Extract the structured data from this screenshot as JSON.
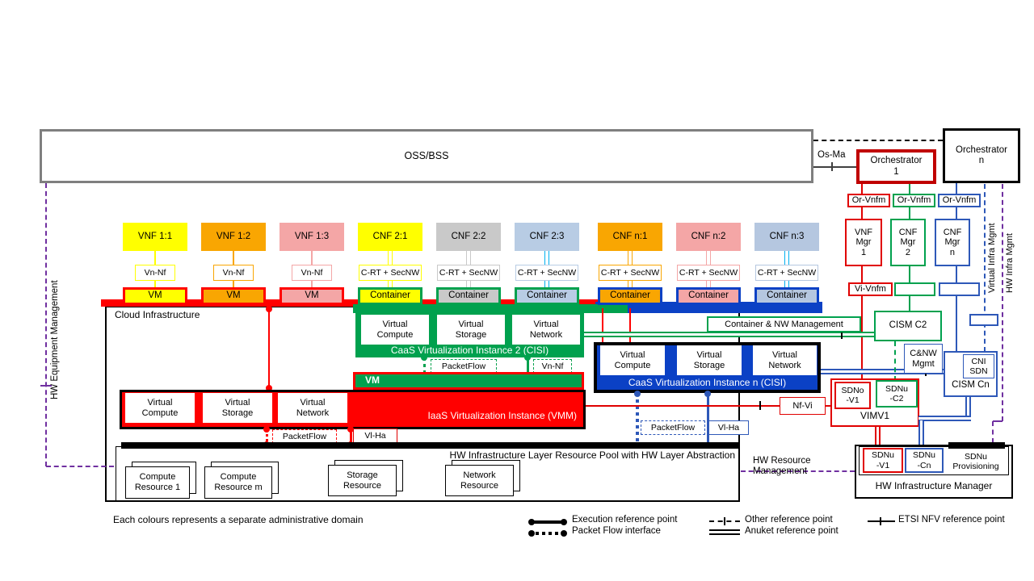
{
  "top": {
    "oss": "OSS/BSS",
    "os_ma": "Os-Ma",
    "orch1": "Orchestrator\n1",
    "orchn": "Orchestrator\nn",
    "or_vnfm": "Or-Vnfm"
  },
  "managers": {
    "vnf1": "VNF\nMgr\n1",
    "cnf2": "CNF\nMgr\n2",
    "cnfn": "CNF\nMgr\nn",
    "vi_vnfm": "Vi-Vnfm"
  },
  "columns": [
    {
      "nf": "VNF 1:1",
      "ref": "Vn-Nf",
      "unit": "VM"
    },
    {
      "nf": "VNF 1:2",
      "ref": "Vn-Nf",
      "unit": "VM"
    },
    {
      "nf": "VNF 1:3",
      "ref": "Vn-Nf",
      "unit": "VM"
    },
    {
      "nf": "CNF 2:1",
      "ref": "C-RT + SecNW",
      "unit": "Container"
    },
    {
      "nf": "CNF 2:2",
      "ref": "C-RT + SecNW",
      "unit": "Container"
    },
    {
      "nf": "CNF 2:3",
      "ref": "C-RT + SecNW",
      "unit": "Container"
    },
    {
      "nf": "CNF n:1",
      "ref": "C-RT + SecNW",
      "unit": "Container"
    },
    {
      "nf": "CNF n:2",
      "ref": "C-RT + SecNW",
      "unit": "Container"
    },
    {
      "nf": "CNF n:3",
      "ref": "C-RT + SecNW",
      "unit": "Container"
    }
  ],
  "cloud": {
    "title": "Cloud  Infrastructure",
    "vc": "Virtual\nCompute",
    "vs": "Virtual\nStorage",
    "vn": "Virtual\nNetwork",
    "caas2_label": "CaaS Virtualization Instance 2 (CISI)",
    "caasn_label": "CaaS Virtualization Instance n (CISI)",
    "iaas_label": "IaaS Virtualization Instance (VMM)",
    "vm_bar": "VM",
    "packetflow": "PacketFlow",
    "vn_nf": "Vn-Nf",
    "vl_ha": "Vl-Ha",
    "pool_label": "HW Infrastructure Layer Resource Pool with HW Layer Abstraction",
    "resources": [
      "Compute\nResource 1",
      "Compute\nResource m",
      "Storage\nResource",
      "Network\nResource"
    ]
  },
  "right": {
    "cism_c2": "CISM C2",
    "container_nw": "Container & NW  Management",
    "cnw_mgmt": "C&NW\nMgmt",
    "cni_sdn": "CNI\nSDN",
    "cism_cn": "CISM  Cn",
    "sdno_v1": "SDNo\n-V1",
    "sdnu_c2": "SDNu\n-C2",
    "vimv1": "VIMV1",
    "nf_vi": "Nf-Vi",
    "sdnu_v1": "SDNu\n-V1",
    "sdnu_cn": "SDNu\n-Cn",
    "sdnu_prov": "SDNu\nProvisioning",
    "hwim": "HW Infrastructure Manager",
    "hw_res_mgmt": "HW Resource\nManagement"
  },
  "side": {
    "hw_equip": "HW Equipment Management",
    "virt_infra": "Virtual Infra Mgmt",
    "hw_infra": "HW Infra Mgmt"
  },
  "legend": {
    "note": "Each colours represents a separate administrative domain",
    "exec": "Execution reference point",
    "pf": "Packet Flow interface",
    "other": "Other reference point",
    "anuket": "Anuket reference point",
    "etsi": "ETSI NFV reference point"
  },
  "colors": {
    "yellow": "#FFFF00",
    "orange": "#F9A602",
    "pink": "#F4A6A6",
    "gray": "#C9C9C9",
    "light_blue": "#B8CCE4",
    "light_blue2": "#B5C7E0",
    "cyan": "#00B0F0",
    "red": "#FF0000",
    "dark_red": "#C00000",
    "green": "#00A14E",
    "blue_fill": "#0B41C5",
    "blue_line": "#2E58B8",
    "purple": "#7030A0",
    "oss_gray": "#7F7F7F"
  }
}
